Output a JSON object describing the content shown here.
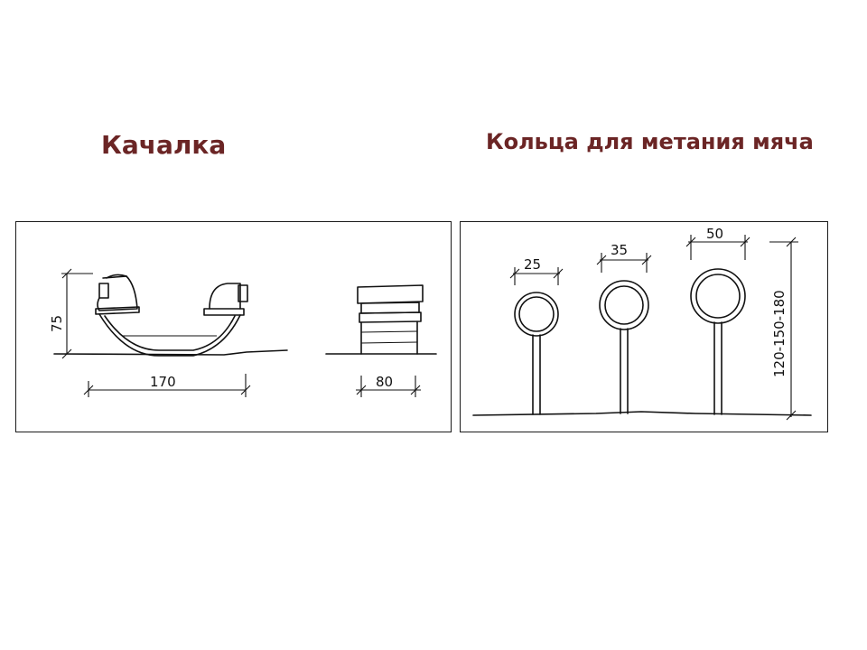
{
  "slide": {
    "left_title": "Качалка",
    "right_title": "Кольца для метания мяча"
  },
  "rocker": {
    "height_label": "75",
    "length_label": "170",
    "width_label": "80"
  },
  "rings": {
    "ring1_label": "25",
    "ring2_label": "35",
    "ring3_label": "50",
    "height_label": "120-150-180"
  },
  "colors": {
    "title": "#6b2525",
    "line": "#111111"
  }
}
